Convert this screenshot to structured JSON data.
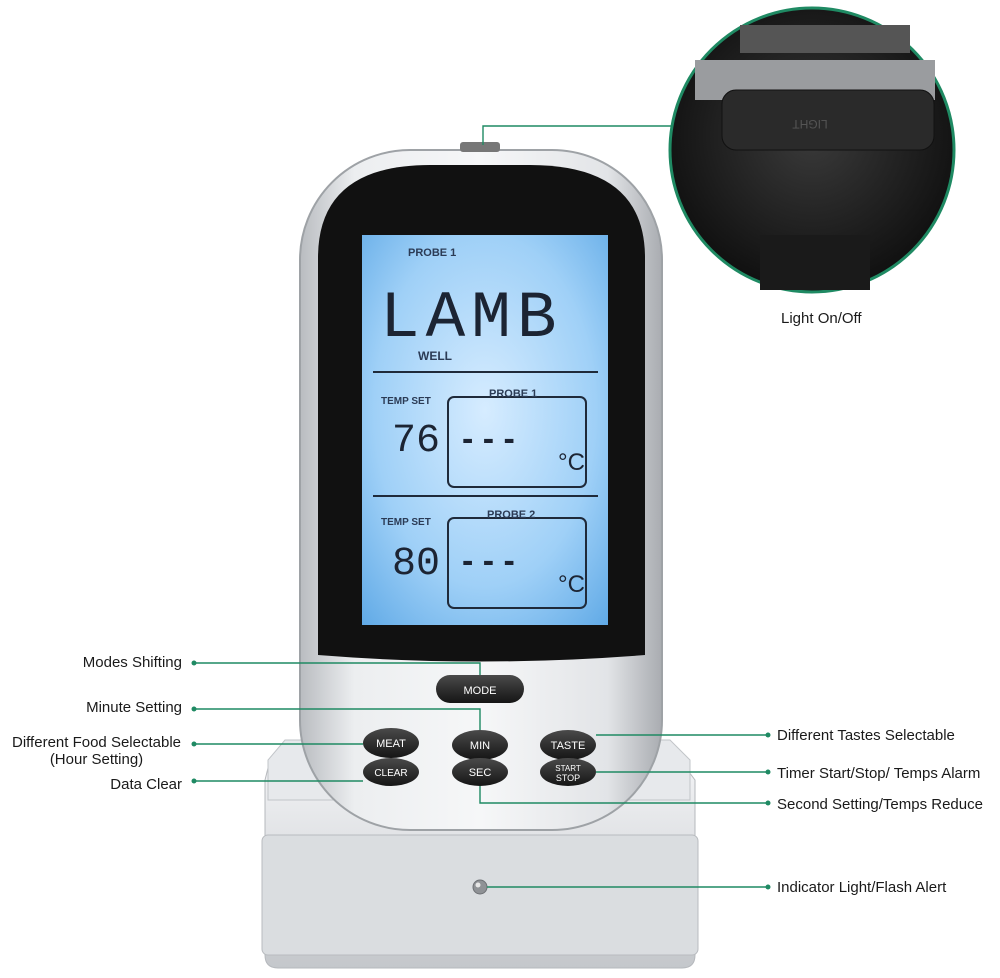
{
  "lcd": {
    "probe_top": "PROBE 1",
    "meat": "LAMB",
    "doneness": "WELL",
    "row1": {
      "label": "TEMP SET",
      "set_temp": "76",
      "probe": "PROBE 1",
      "reading": "- - -",
      "unit": "°C"
    },
    "row2": {
      "label": "TEMP SET",
      "set_temp": "80",
      "probe": "PROBE 2",
      "reading": "- - -",
      "unit": "°C"
    }
  },
  "buttons": {
    "mode": "MODE",
    "meat": "MEAT",
    "min": "MIN",
    "taste": "TASTE",
    "clear": "CLEAR",
    "sec": "SEC",
    "start_stop_1": "START",
    "start_stop_2": "STOP"
  },
  "callouts": {
    "light": "Light On/Off",
    "modes": "Modes Shifting",
    "minute": "Minute Setting",
    "food_1": "Different Food Selectable",
    "food_2": "(Hour Setting)",
    "clear": "Data Clear",
    "tastes": "Different Tastes Selectable",
    "timer": "Timer Start/Stop/ Temps Alarm",
    "second": "Second Setting/Temps Reduce",
    "indicator": "Indicator Light/Flash Alert"
  },
  "colors": {
    "callout_line": "#1f8a63",
    "lcd_blue": "#8ec9f5",
    "body_silver": "#d9dbde"
  }
}
